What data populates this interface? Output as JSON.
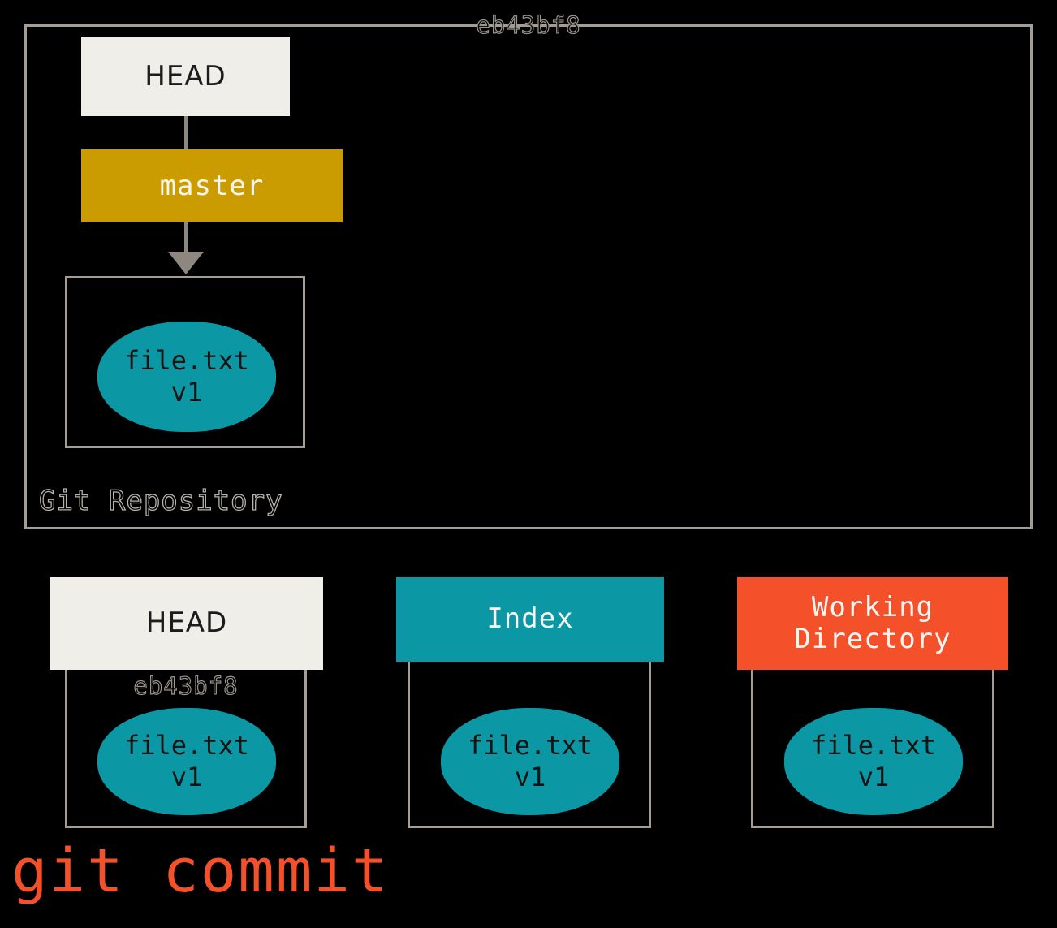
{
  "caption": "git commit",
  "colors": {
    "background": "#000000",
    "frame_border": "#a39d95",
    "head_box": "#efeee8",
    "branch_box": "#cb9c02",
    "blob_teal": "#0b98a4",
    "working_dir_orange": "#f4502a",
    "connector_gray": "#8d877f",
    "caption_color": "#f4502a",
    "outline_text_gray": "#9a948c"
  },
  "repository": {
    "label": "Git Repository",
    "head_ref": {
      "label": "HEAD"
    },
    "branch_ref": {
      "label": "master"
    },
    "commit": {
      "hash": "eb43bf8",
      "file": {
        "name": "file.txt",
        "version": "v1"
      }
    },
    "connectors": [
      {
        "name": "head-to-master",
        "type": "line"
      },
      {
        "name": "master-to-commit",
        "type": "arrow"
      }
    ]
  },
  "areas": [
    {
      "key": "head",
      "header": "HEAD",
      "header_style": "cream",
      "hash": "eb43bf8",
      "file": {
        "name": "file.txt",
        "version": "v1"
      }
    },
    {
      "key": "index",
      "header": "Index",
      "header_style": "teal",
      "hash": "",
      "file": {
        "name": "file.txt",
        "version": "v1"
      }
    },
    {
      "key": "working_directory",
      "header_line1": "Working",
      "header_line2": "Directory",
      "header_style": "orange",
      "hash": "",
      "file": {
        "name": "file.txt",
        "version": "v1"
      }
    }
  ]
}
